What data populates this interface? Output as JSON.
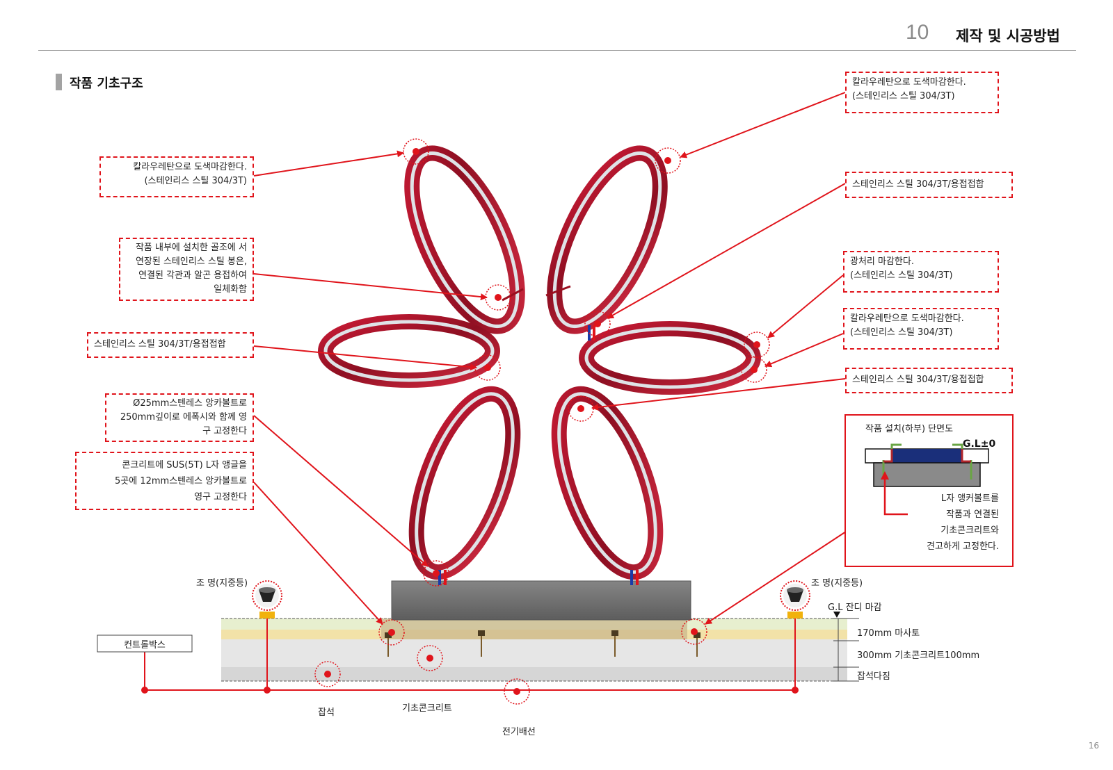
{
  "header": {
    "number": "10",
    "title": "제작 및 시공방법"
  },
  "section": {
    "title": "작품 기초구조"
  },
  "callouts_left": [
    {
      "lines": [
        "칼라우레탄으로 도색마감한다.",
        "(스테인리스 스틸 304/3T)"
      ]
    },
    {
      "lines": [
        "작품 내부에 설치한 골조에 서",
        "연장된 스테인리스 스틸 봉은,",
        "연결된 각관과 알곤 용접하여",
        "일체화함"
      ]
    },
    {
      "lines": [
        "스테인리스 스틸 304/3T/용접접합"
      ]
    },
    {
      "lines": [
        "Ø25mm스텐레스 앙카볼트로",
        "250mm깊이로 에폭시와 함께 영",
        "구 고정한다"
      ]
    },
    {
      "lines": [
        "콘크리트에 SUS(5T) L자 앵글을",
        "5곳에 12mm스텐레스 앙카볼트로",
        "영구 고정한다"
      ]
    }
  ],
  "callouts_right": [
    {
      "lines": [
        "칼라우레탄으로 도색마감한다.",
        "(스테인리스 스틸 304/3T)"
      ]
    },
    {
      "lines": [
        "스테인리스 스틸 304/3T/용접접합"
      ]
    },
    {
      "lines": [
        "광처리 마감한다.",
        "(스테인리스 스틸 304/3T)"
      ]
    },
    {
      "lines": [
        "칼라우레탄으로 도색마감한다.",
        "(스테인리스 스틸 304/3T)"
      ]
    },
    {
      "lines": [
        "스테인리스 스틸 304/3T/용접접합"
      ]
    }
  ],
  "section_detail": {
    "title": "작품 설치(하부) 단면도",
    "gl": "G.L±0",
    "note_lines": [
      "L자 앵커볼트를",
      "작품과 연결된",
      "기초콘크리트와",
      "견고하게 고정한다."
    ]
  },
  "labels": {
    "light_left": "조 명(지중등)",
    "light_right": "조 명(지중등)",
    "control_box": "컨트롤박스",
    "gl_finish": "G.L 잔디 마감",
    "layer1": "170mm 마사토",
    "layer2": "300mm 기초콘크리트100mm",
    "layer3": "잡석다짐",
    "rubble": "잡석",
    "concrete": "기초콘크리트",
    "wiring": "전기배선"
  },
  "page_number": "16",
  "colors": {
    "accent": "#e0141b",
    "sculpture_red": "#b0162c",
    "chrome": "#d8dde2",
    "base": "#6e6e6e",
    "gray_text": "#8a8a8a"
  },
  "icons": [
    "ground-light-icon",
    "gl-marker-icon"
  ]
}
